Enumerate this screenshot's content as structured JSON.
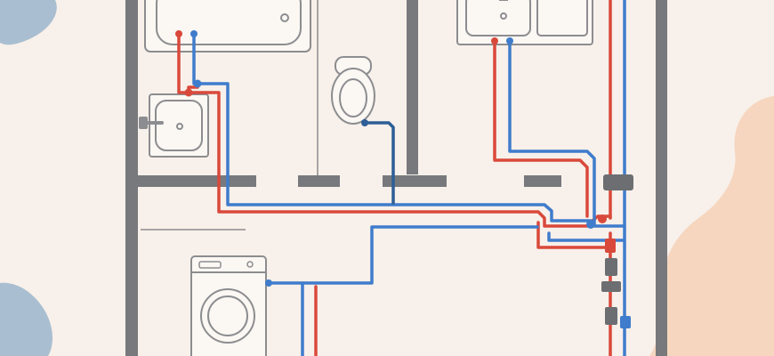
{
  "diagram": {
    "kind": "plumbing-floor-plan",
    "colors": {
      "background": "#f8f0ea",
      "wall": "#77797d",
      "fixture_outline": "#8c8d90",
      "fixture_fill": "#fbf7f3",
      "hot_pipe": "#d9493b",
      "cold_pipe": "#3f7ccc",
      "drain_pipe": "#2d5e96",
      "fitting": "#6c6e72",
      "blob_blue": "#a9bfd1",
      "blob_peach": "#f6d6bf"
    },
    "fixtures": [
      {
        "id": "bathtub",
        "icon": "bathtub-icon"
      },
      {
        "id": "bathroom-sink",
        "icon": "sink-icon"
      },
      {
        "id": "toilet",
        "icon": "toilet-icon"
      },
      {
        "id": "kitchen-sink",
        "icon": "kitchen-sink-icon"
      },
      {
        "id": "washing-machine",
        "icon": "washing-machine-icon"
      }
    ],
    "pipes": [
      {
        "id": "hot-main-riser",
        "type": "hot"
      },
      {
        "id": "cold-main-riser",
        "type": "cold"
      },
      {
        "id": "hot-bath-line",
        "type": "hot"
      },
      {
        "id": "cold-bath-line",
        "type": "cold"
      },
      {
        "id": "toilet-drain-line",
        "type": "drain"
      },
      {
        "id": "hot-kitchen-line",
        "type": "hot"
      },
      {
        "id": "cold-kitchen-line",
        "type": "cold"
      },
      {
        "id": "cold-laundry-line",
        "type": "cold"
      },
      {
        "id": "hot-laundry-line",
        "type": "hot"
      }
    ]
  }
}
